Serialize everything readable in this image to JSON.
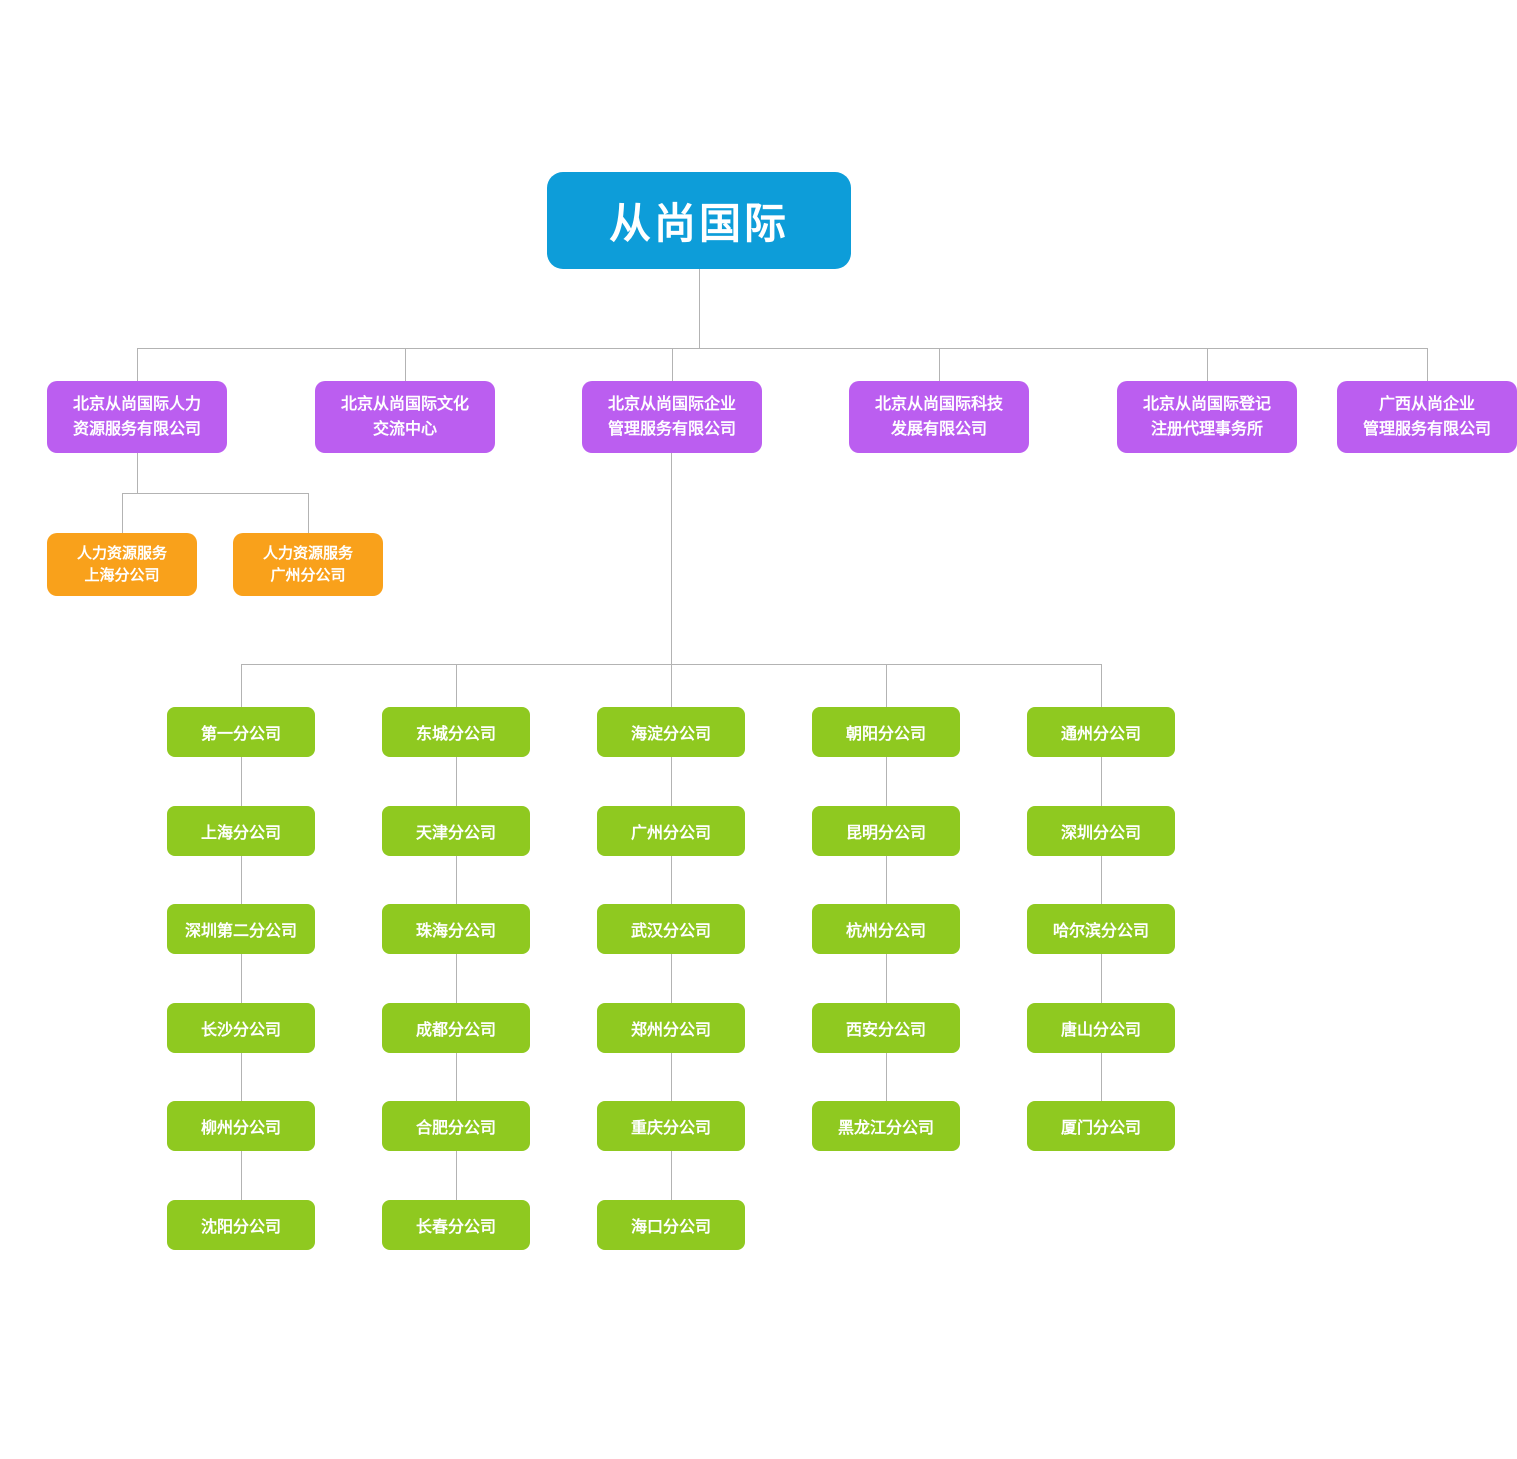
{
  "title": "从尚国际",
  "colors": {
    "root": "#0d9dd9",
    "level2": "#bb5ef0",
    "branch": "#f9a11b",
    "leaf": "#8fc920",
    "line": "#b3b3b3"
  },
  "root": {
    "label": "从尚国际"
  },
  "level2": [
    {
      "label": "北京从尚国际人力\n资源服务有限公司"
    },
    {
      "label": "北京从尚国际文化\n交流中心"
    },
    {
      "label": "北京从尚国际企业\n管理服务有限公司"
    },
    {
      "label": "北京从尚国际科技\n发展有限公司"
    },
    {
      "label": "北京从尚国际登记\n注册代理事务所"
    },
    {
      "label": "广西从尚企业\n管理服务有限公司"
    }
  ],
  "hr_branches": [
    {
      "label": "人力资源服务\n上海分公司"
    },
    {
      "label": "人力资源服务\n广州分公司"
    }
  ],
  "columns": [
    {
      "items": [
        "第一分公司",
        "上海分公司",
        "深圳第二分公司",
        "长沙分公司",
        "柳州分公司",
        "沈阳分公司"
      ]
    },
    {
      "items": [
        "东城分公司",
        "天津分公司",
        "珠海分公司",
        "成都分公司",
        "合肥分公司",
        "长春分公司"
      ]
    },
    {
      "items": [
        "海淀分公司",
        "广州分公司",
        "武汉分公司",
        "郑州分公司",
        "重庆分公司",
        "海口分公司"
      ]
    },
    {
      "items": [
        "朝阳分公司",
        "昆明分公司",
        "杭州分公司",
        "西安分公司",
        "黑龙江分公司"
      ]
    },
    {
      "items": [
        "通州分公司",
        "深圳分公司",
        "哈尔滨分公司",
        "唐山分公司",
        "厦门分公司"
      ]
    }
  ]
}
